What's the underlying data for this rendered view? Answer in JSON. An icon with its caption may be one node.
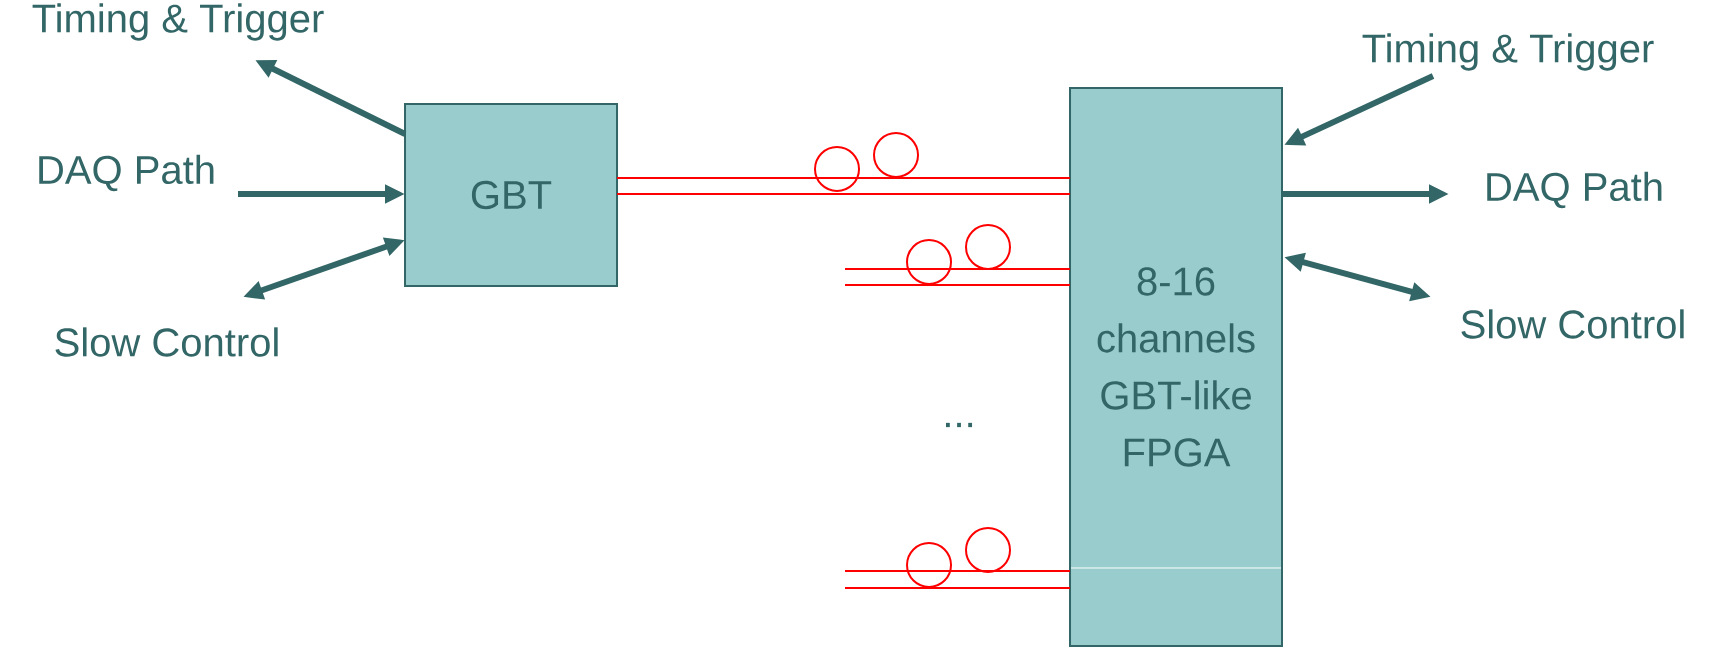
{
  "diagram": {
    "nodes": [
      {
        "text": [
          "Timing & Trigger"
        ]
      },
      {
        "text": [
          "DAQ Path"
        ]
      },
      {
        "text": [
          "Slow Control"
        ]
      },
      {
        "text": [
          "GBT"
        ]
      },
      {
        "text": [
          "8-16 channels GBT-like FPGA"
        ]
      },
      {
        "text": [
          "Timing & Trigger"
        ]
      },
      {
        "text": [
          "DAQ Path"
        ]
      },
      {
        "text": [
          "Slow Control"
        ]
      }
    ],
    "edges": [
      {
        "from": 3,
        "to": 0,
        "arrow": "to"
      },
      {
        "from": 1,
        "to": 3,
        "arrow": "to"
      },
      {
        "from": 2,
        "to": 3,
        "arrow": "both"
      },
      {
        "from": 3,
        "to": 4,
        "arrow": "none",
        "color": "#ff0000"
      },
      {
        "from": null,
        "to": 4,
        "arrow": "none",
        "color": "#ff0000"
      },
      {
        "from": null,
        "to": 4,
        "arrow": "none",
        "color": "#ff0000"
      },
      {
        "from": 5,
        "to": 4,
        "arrow": "to"
      },
      {
        "from": 4,
        "to": 6,
        "arrow": "to"
      },
      {
        "from": 4,
        "to": 7,
        "arrow": "both"
      },
      {
        "from": 3,
        "to": 4,
        "arrow": "none",
        "color": "#ff0000"
      }
    ],
    "labels": [
      "..."
    ]
  }
}
